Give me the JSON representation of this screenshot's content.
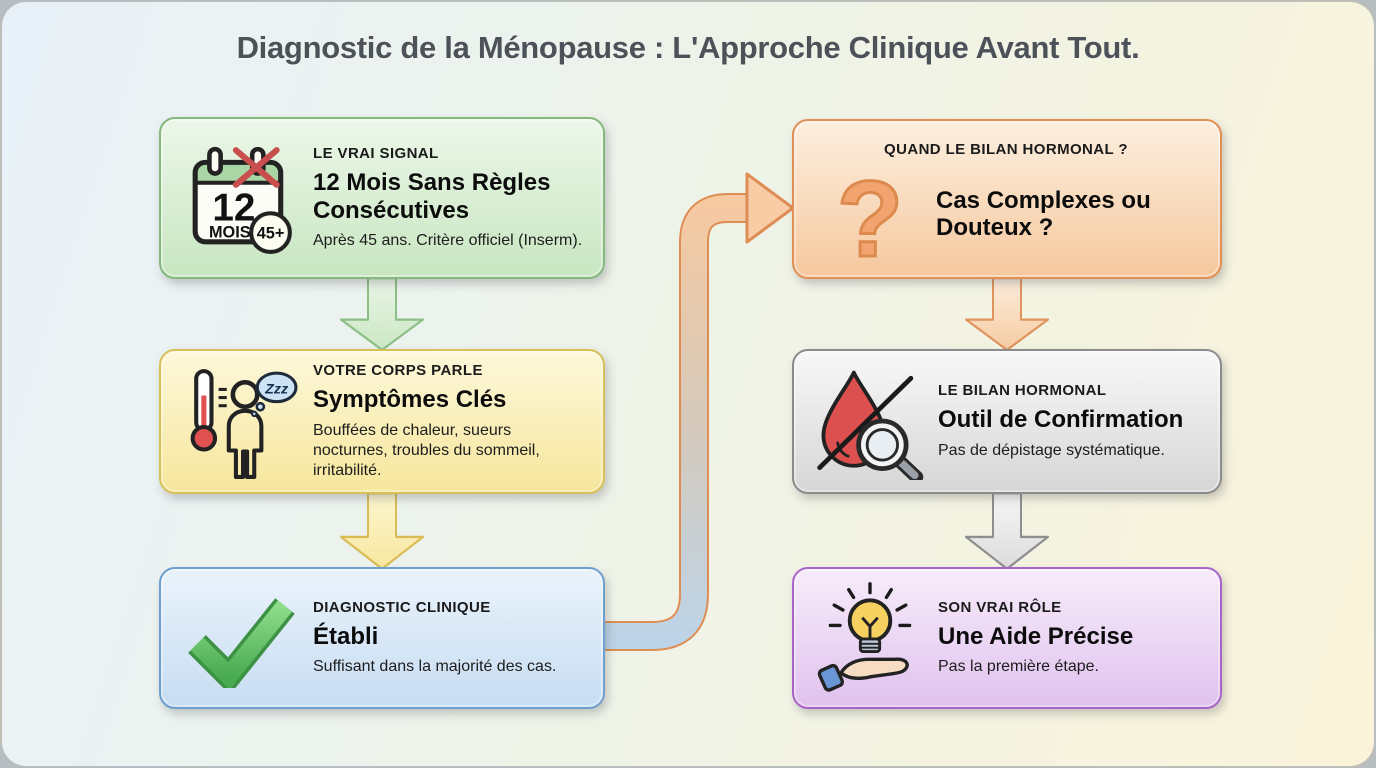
{
  "title": "Diagnostic de la Ménopause : L'Approche Clinique Avant Tout.",
  "palette": {
    "background_left": "#e8f1f8",
    "background_right": "#faf3da",
    "title_color": "#4c5258",
    "green_accent": "#85b87d",
    "yellow_accent": "#d8c058",
    "blue_accent": "#6f9fce",
    "orange_accent": "#e08f55",
    "gray_accent": "#8b8b8b",
    "purple_accent": "#a964c9",
    "drop_red": "#dd5050",
    "check_green": "#4aab52",
    "bulb_yellow": "#f7d160"
  },
  "left_flow": [
    {
      "kicker": "LE VRAI SIGNAL",
      "title": "12 Mois Sans Règles Consécutives",
      "subtitle": "Après 45 ans. Critère officiel (Inserm).",
      "icon": "calendar-icon",
      "icon_text": {
        "number": "12",
        "unit": "MOIS",
        "badge": "45+"
      }
    },
    {
      "kicker": "VOTRE CORPS PARLE",
      "title": "Symptômes Clés",
      "subtitle": "Bouffées de chaleur, sueurs nocturnes, troubles du sommeil, irritabilité.",
      "icon": "symptoms-person-icon",
      "icon_text": {
        "bubble": "Zzz"
      }
    },
    {
      "kicker": "DIAGNOSTIC CLINIQUE",
      "title": "Établi",
      "subtitle": "Suffisant dans la majorité des cas.",
      "icon": "checkmark-icon"
    }
  ],
  "right_flow": [
    {
      "kicker": "QUAND LE BILAN HORMONAL ?",
      "title": "Cas Complexes ou Douteux ?",
      "icon": "question-mark-icon",
      "icon_text": {
        "glyph": "?"
      }
    },
    {
      "kicker": "LE BILAN HORMONAL",
      "title": "Outil de Confirmation",
      "subtitle": "Pas de dépistage systématique.",
      "icon": "no-systematic-blood-test-icon"
    },
    {
      "kicker": "SON VRAI RÔLE",
      "title": "Une Aide Précise",
      "subtitle": "Pas la première étape.",
      "icon": "lightbulb-hand-icon"
    }
  ]
}
